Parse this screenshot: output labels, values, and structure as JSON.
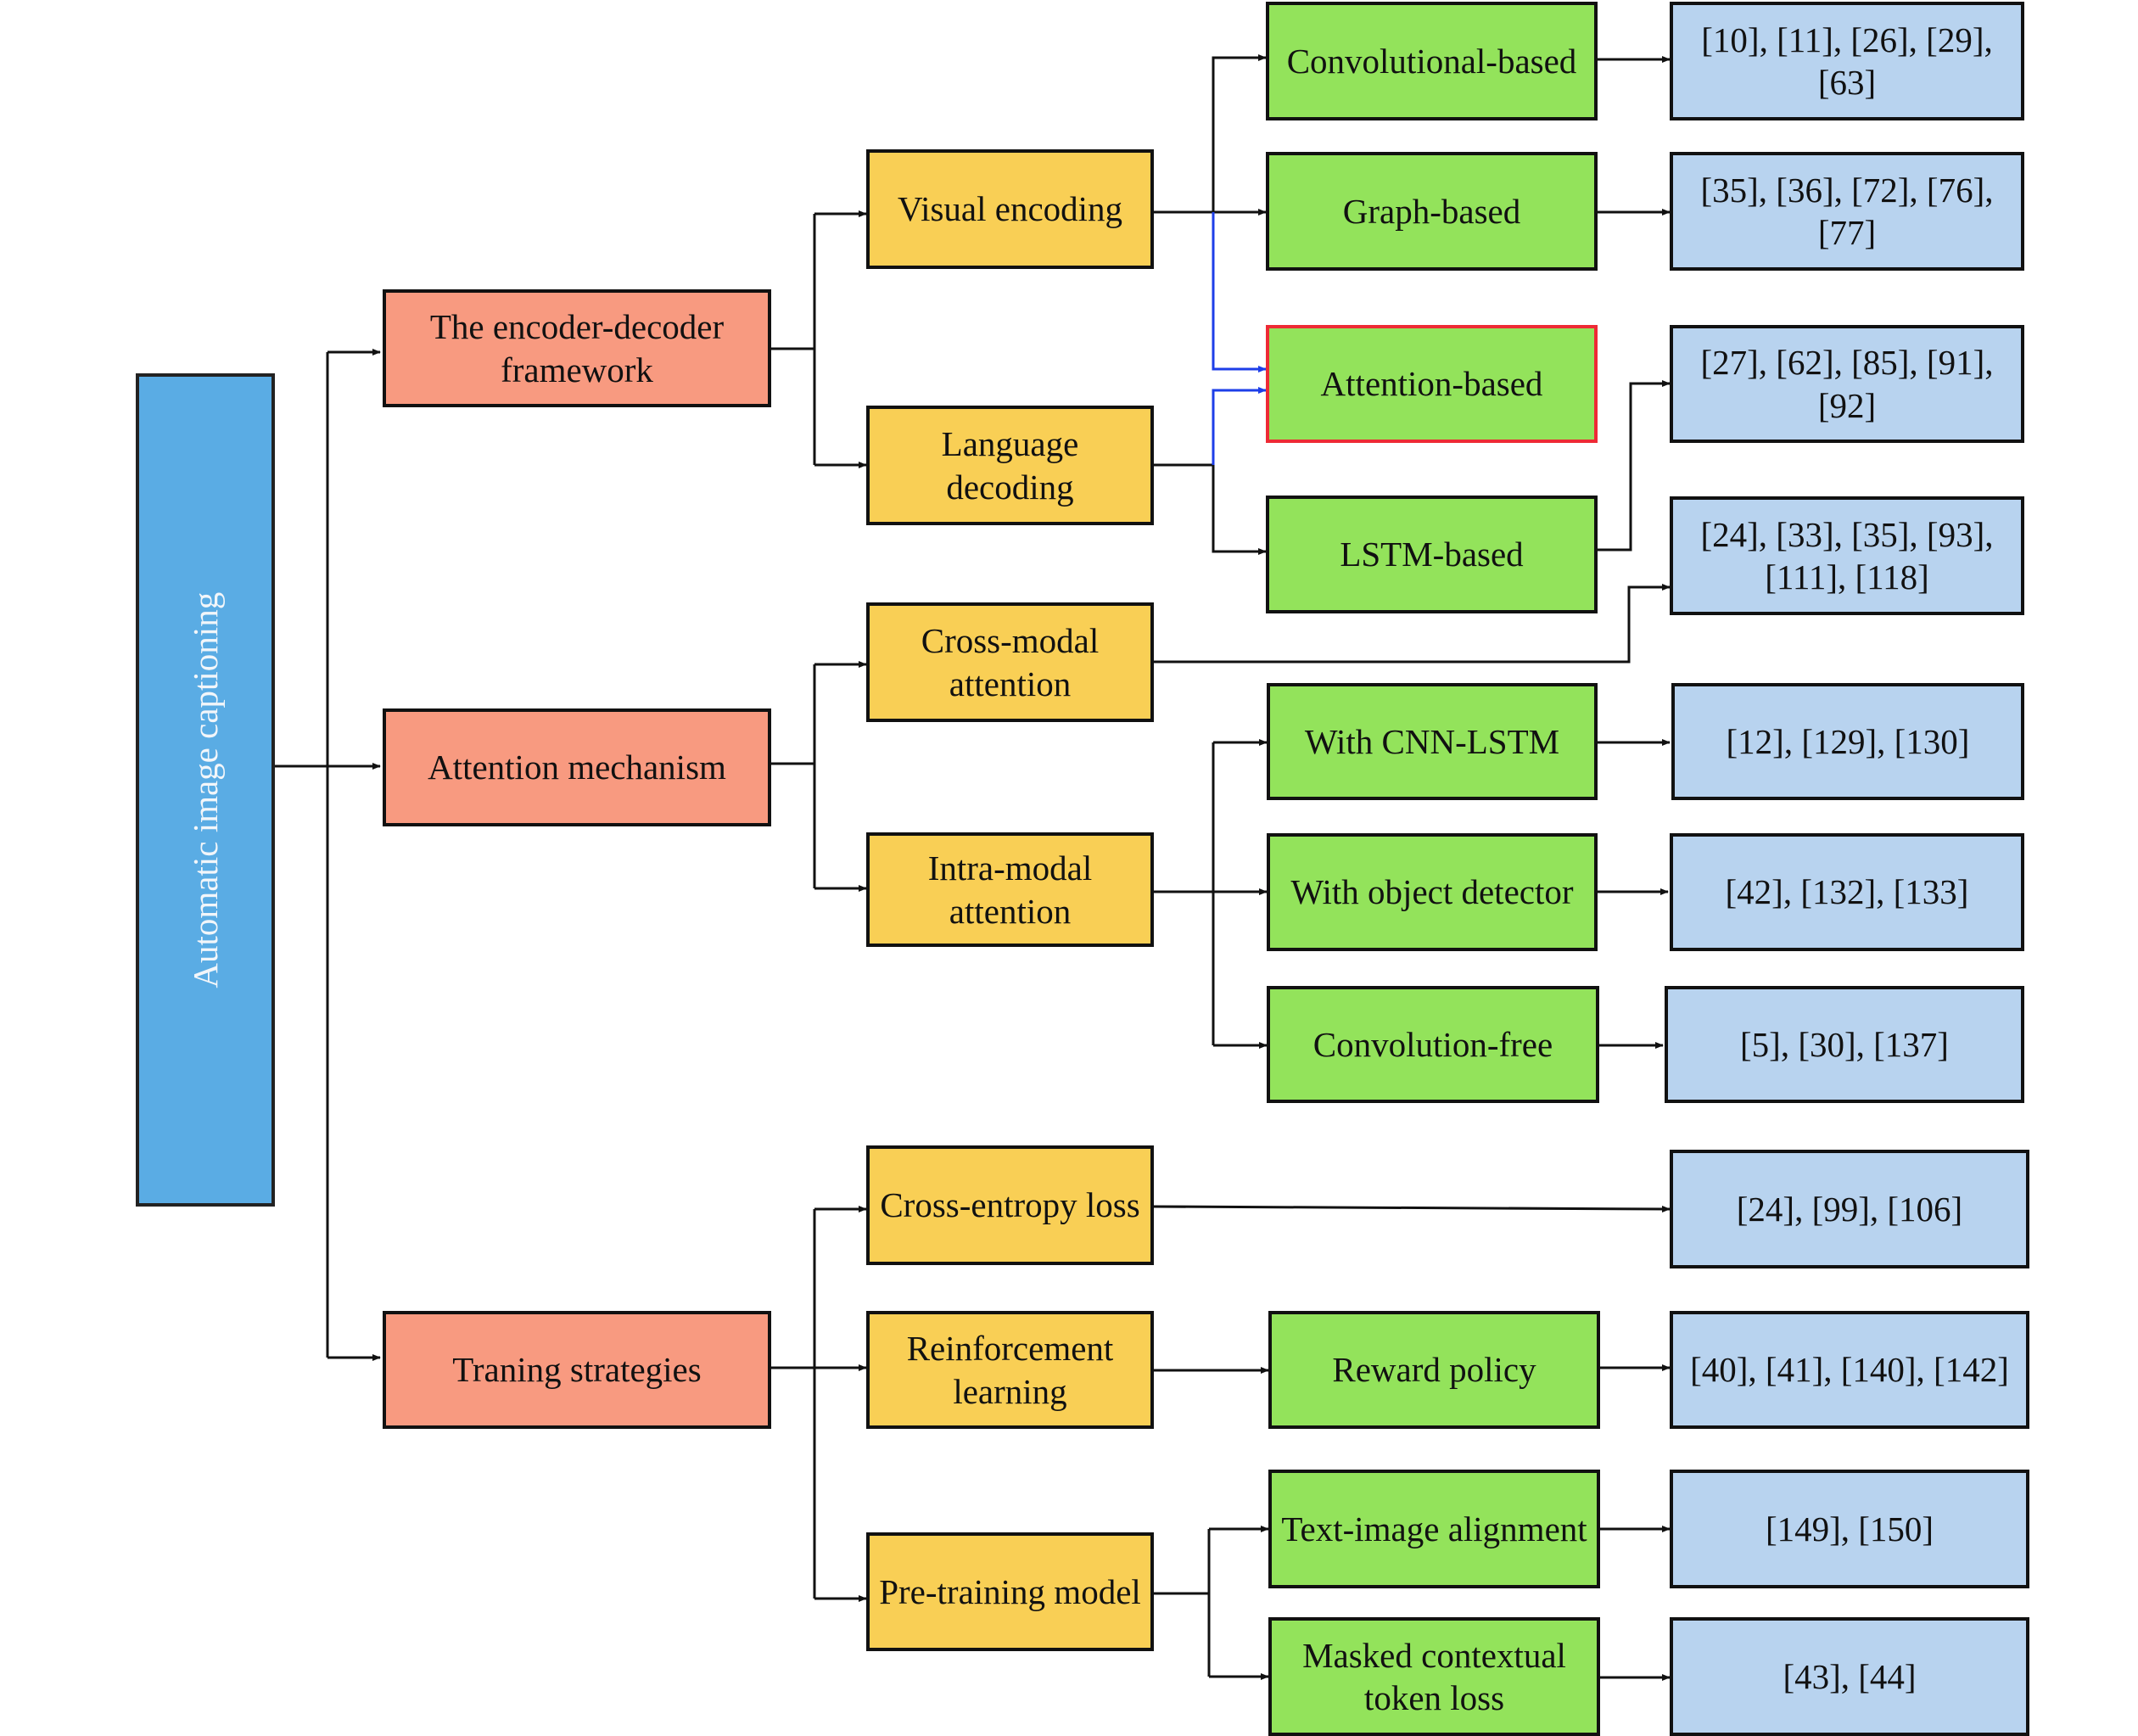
{
  "root": "Automatic image captioning",
  "categories": {
    "encoder_decoder": "The encoder-decoder framework",
    "attention": "Attention mechanism",
    "training": "Traning strategies"
  },
  "subcategories": {
    "visual_encoding": "Visual encoding",
    "language_decoding": "Language decoding",
    "cross_modal": "Cross-modal attention",
    "intra_modal": "Intra-modal attention",
    "cross_entropy": "Cross-entropy loss",
    "reinforcement": "Reinforcement learning",
    "pretraining": "Pre-training model"
  },
  "methods": {
    "convolutional": "Convolutional-based",
    "graph": "Graph-based",
    "attention_based": "Attention-based",
    "lstm": "LSTM-based",
    "cnn_lstm": "With CNN-LSTM",
    "object_detector": "With object detector",
    "convolution_free": "Convolution-free",
    "reward_policy": "Reward policy",
    "text_image": "Text-image alignment",
    "masked": "Masked contextual token loss"
  },
  "references": {
    "convolutional": "[10], [11], [26], [29], [63]",
    "graph": "[35], [36], [72], [76], [77]",
    "lstm": "[27], [62], [85], [91], [92]",
    "cross_modal": "[24], [33], [35], [93], [111], [118]",
    "cnn_lstm": "[12], [129], [130]",
    "object_detector": "[42], [132], [133]",
    "convolution_free": "[5], [30], [137]",
    "cross_entropy": "[24], [99], [106]",
    "reward_policy": "[40], [41], [140], [142]",
    "text_image": "[149], [150]",
    "masked": "[43], [44]"
  },
  "colors": {
    "root": "#5aace4",
    "category": "#f89a80",
    "subcategory": "#f9cf55",
    "method": "#93e35b",
    "reference": "#b8d3ef",
    "highlight_border": "#ee2a35",
    "highlight_arrow": "#1d3ee8"
  }
}
